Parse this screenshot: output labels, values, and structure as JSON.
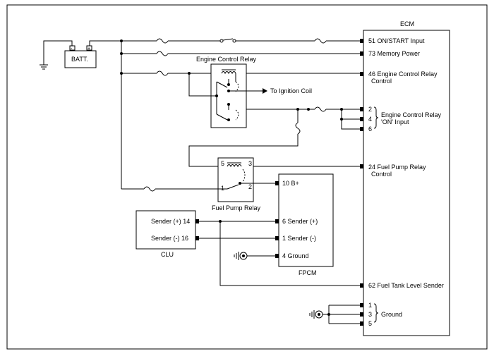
{
  "batt_label": "BATT.",
  "ecm": {
    "title": "ECM",
    "pins": {
      "p51": "51 ON/START Input",
      "p73": "73 Memory Power",
      "p46a": "46 Engine Control Relay",
      "p46b": "Control",
      "p2": "2",
      "p4": "4",
      "p6": "6",
      "on_input_a": "Engine Control Relay",
      "on_input_b": "'ON' Input",
      "p24a": "24 Fuel Pump Relay",
      "p24b": "Control",
      "p62": "62 Fuel Tank Level Sender",
      "g1": "1",
      "g3": "3",
      "g5": "5",
      "ground": "Ground"
    }
  },
  "engine_control_relay": {
    "title": "Engine Control Relay",
    "to_ignition": "To Ignition Coil"
  },
  "fuel_pump_relay": {
    "title": "Fuel Pump Relay",
    "pin5": "5",
    "pin3": "3",
    "pin1": "1",
    "pin2": "2"
  },
  "fpcm": {
    "title": "FPCM",
    "p10": "10 B+",
    "p6": "6 Sender (+)",
    "p1": "1 Sender (-)",
    "p4": "4 Ground"
  },
  "clu": {
    "title": "CLU",
    "p14": "Sender (+) 14",
    "p16": "Sender (-) 16"
  }
}
